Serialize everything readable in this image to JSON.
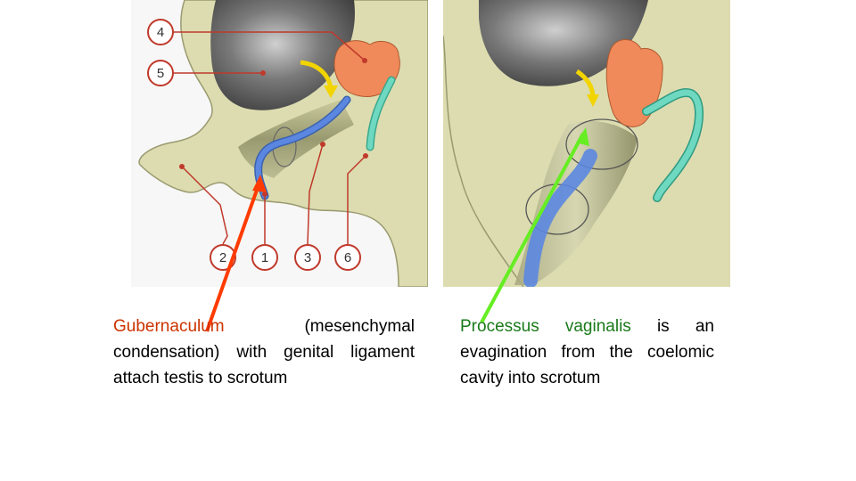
{
  "left_diagram": {
    "labels": [
      "4",
      "5",
      "2",
      "1",
      "3",
      "6"
    ]
  },
  "captions": {
    "left": {
      "term": "Gubernaculum",
      "rest": " (mesenchymal condensation) with genital ligament attach testis to scrotum"
    },
    "right": {
      "term": "Processus vaginalis",
      "rest": " is an evagination from the coelomic cavity into scrotum"
    }
  },
  "colors": {
    "background_tissue": "#dcdcb0",
    "body_cavity": "#5a5a5a",
    "testis": "#f08a5a",
    "gubernaculum": "#5b87e0",
    "duct": "#6fd8c0",
    "arrow_yellow": "#f2d400",
    "pointer_red": "#ff3b00",
    "pointer_green": "#66ee22",
    "leader_lines": "#c0392b"
  }
}
